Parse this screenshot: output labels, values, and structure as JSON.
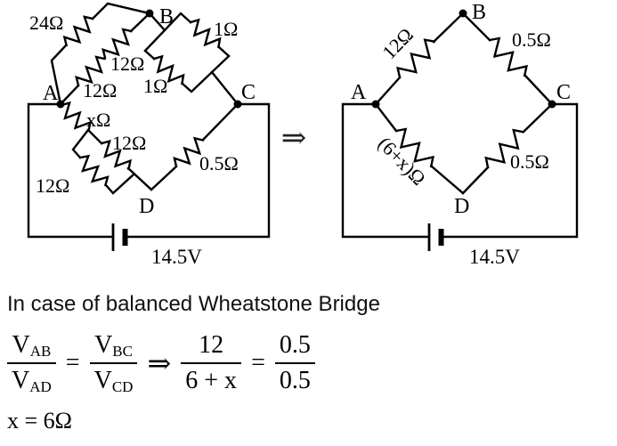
{
  "left_circuit": {
    "nodes": {
      "a": "A",
      "b": "B",
      "c": "C",
      "d": "D"
    },
    "resistors": {
      "ab_outer": "24Ω",
      "ab_inner_lower": "12Ω",
      "ab_inner_upper": "12Ω",
      "bc_outer": "1Ω",
      "bc_inner": "1Ω",
      "ad_x": "xΩ",
      "ad_inner": "12Ω",
      "ad_outer": "12Ω",
      "dc": "0.5Ω"
    },
    "battery_voltage": "14.5V"
  },
  "transform_arrow": "⇒",
  "right_circuit": {
    "nodes": {
      "a": "A",
      "b": "B",
      "c": "C",
      "d": "D"
    },
    "resistors": {
      "ab": "12Ω",
      "bc": "0.5Ω",
      "ad": "(6+x)Ω",
      "dc": "0.5Ω"
    },
    "battery_voltage": "14.5V"
  },
  "solution": {
    "intro": "In case of balanced Wheatstone Bridge",
    "equation": {
      "f1_num_base": "V",
      "f1_num_sub": "AB",
      "f1_den_base": "V",
      "f1_den_sub": "AD",
      "eq1": "=",
      "f2_num_base": "V",
      "f2_num_sub": "BC",
      "f2_den_base": "V",
      "f2_den_sub": "CD",
      "implies": "⇒",
      "f3_num": "12",
      "f3_den": "6 + x",
      "eq2": "=",
      "f4_num": "0.5",
      "f4_den": "0.5"
    },
    "result": "x = 6Ω"
  }
}
